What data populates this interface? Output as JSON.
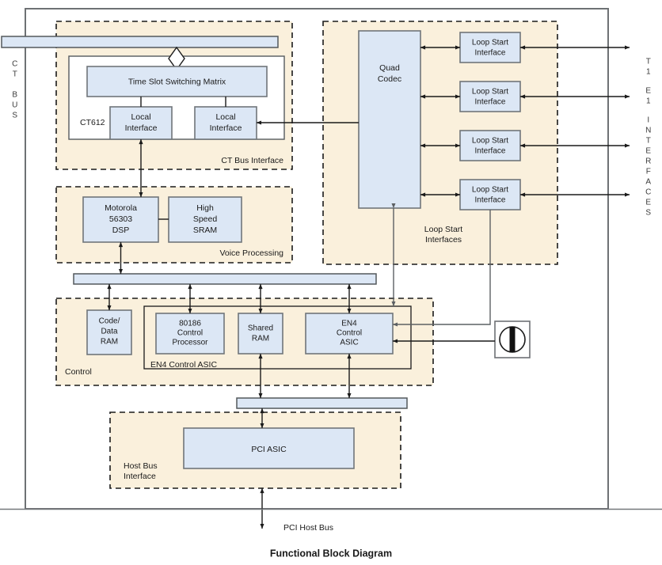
{
  "diagram": {
    "caption": "Functional Block Diagram",
    "colors": {
      "block_fill": "#dce7f5",
      "block_stroke": "#70757a",
      "region_fill": "#faf0dc",
      "region_stroke": "#1a1a1a",
      "wire": "#1a1a1a",
      "board_outline": "#6e7174",
      "page_background": "#ffffff"
    },
    "edge_labels": {
      "left": "CT  BUS",
      "left_chars": [
        "C",
        "T",
        "",
        "B",
        "U",
        "S"
      ],
      "right": "T1 E1 INTERFACES",
      "right_chars": [
        "T",
        "1",
        "",
        "E",
        "1",
        "",
        "I",
        "N",
        "T",
        "E",
        "R",
        "F",
        "A",
        "C",
        "E",
        "S"
      ]
    },
    "regions": [
      {
        "id": "ct-bus-interface",
        "label": "CT Bus Interface"
      },
      {
        "id": "voice-processing",
        "label": "Voice Processing"
      },
      {
        "id": "loop-start-interfaces",
        "label": "Loop Start\nInterfaces",
        "label_line1": "Loop Start",
        "label_line2": "Interfaces"
      },
      {
        "id": "control",
        "label": "Control"
      },
      {
        "id": "en4-control-asic-group",
        "label": "EN4 Control ASIC"
      },
      {
        "id": "host-bus-interface",
        "label": "Host Bus\nInterface",
        "label_line1": "Host Bus",
        "label_line2": "Interface"
      }
    ],
    "blocks": [
      {
        "id": "time-slot-switching-matrix",
        "lines": [
          "Time Slot Switching Matrix"
        ]
      },
      {
        "id": "ct612-label",
        "lines": [
          "CT612"
        ]
      },
      {
        "id": "local-interface-1",
        "lines": [
          "Local",
          "Interface"
        ]
      },
      {
        "id": "local-interface-2",
        "lines": [
          "Local",
          "Interface"
        ]
      },
      {
        "id": "motorola-dsp",
        "lines": [
          "Motorola",
          "56303",
          "DSP"
        ]
      },
      {
        "id": "high-speed-sram",
        "lines": [
          "High",
          "Speed",
          "SRAM"
        ]
      },
      {
        "id": "quad-codec",
        "lines": [
          "Quad",
          "Codec"
        ]
      },
      {
        "id": "loop-start-interface-1",
        "lines": [
          "Loop Start",
          "Interface"
        ]
      },
      {
        "id": "loop-start-interface-2",
        "lines": [
          "Loop Start",
          "Interface"
        ]
      },
      {
        "id": "loop-start-interface-3",
        "lines": [
          "Loop Start",
          "Interface"
        ]
      },
      {
        "id": "loop-start-interface-4",
        "lines": [
          "Loop Start",
          "Interface"
        ]
      },
      {
        "id": "code-data-ram",
        "lines": [
          "Code/",
          "Data",
          "RAM"
        ]
      },
      {
        "id": "control-processor-80186",
        "lines": [
          "80186",
          "Control",
          "Processor"
        ]
      },
      {
        "id": "shared-ram",
        "lines": [
          "Shared",
          "RAM"
        ]
      },
      {
        "id": "en4-control-asic",
        "lines": [
          "EN4",
          "Control",
          "ASIC"
        ]
      },
      {
        "id": "pci-asic",
        "lines": [
          "PCI ASIC"
        ]
      }
    ],
    "block_text": {
      "time_slot_switching_matrix": "Time Slot Switching Matrix",
      "ct612": "CT612",
      "local_interface_l1": "Local",
      "local_interface_l2": "Interface",
      "motorola_l1": "Motorola",
      "motorola_l2": "56303",
      "motorola_l3": "DSP",
      "sram_l1": "High",
      "sram_l2": "Speed",
      "sram_l3": "SRAM",
      "quad_codec_l1": "Quad",
      "quad_codec_l2": "Codec",
      "loop_start_l1": "Loop Start",
      "loop_start_l2": "Interface",
      "code_data_ram_l1": "Code/",
      "code_data_ram_l2": "Data",
      "code_data_ram_l3": "RAM",
      "cpu_l1": "80186",
      "cpu_l2": "Control",
      "cpu_l3": "Processor",
      "shared_ram_l1": "Shared",
      "shared_ram_l2": "RAM",
      "en4_l1": "EN4",
      "en4_l2": "Control",
      "en4_l3": "ASIC",
      "pci_asic": "PCI ASIC"
    },
    "region_text": {
      "ct_bus_interface": "CT Bus Interface",
      "voice_processing": "Voice Processing",
      "loop_start_l1": "Loop Start",
      "loop_start_l2": "Interfaces",
      "control": "Control",
      "en4_control_asic_group": "EN4 Control ASIC",
      "host_bus_l1": "Host Bus",
      "host_bus_l2": "Interface"
    },
    "wire_labels": {
      "pci_host_bus": "PCI Host Bus"
    },
    "icons": {
      "ct_bus_valve": "valve-diamond-icon",
      "external_connector": "connector-jack-icon"
    }
  }
}
